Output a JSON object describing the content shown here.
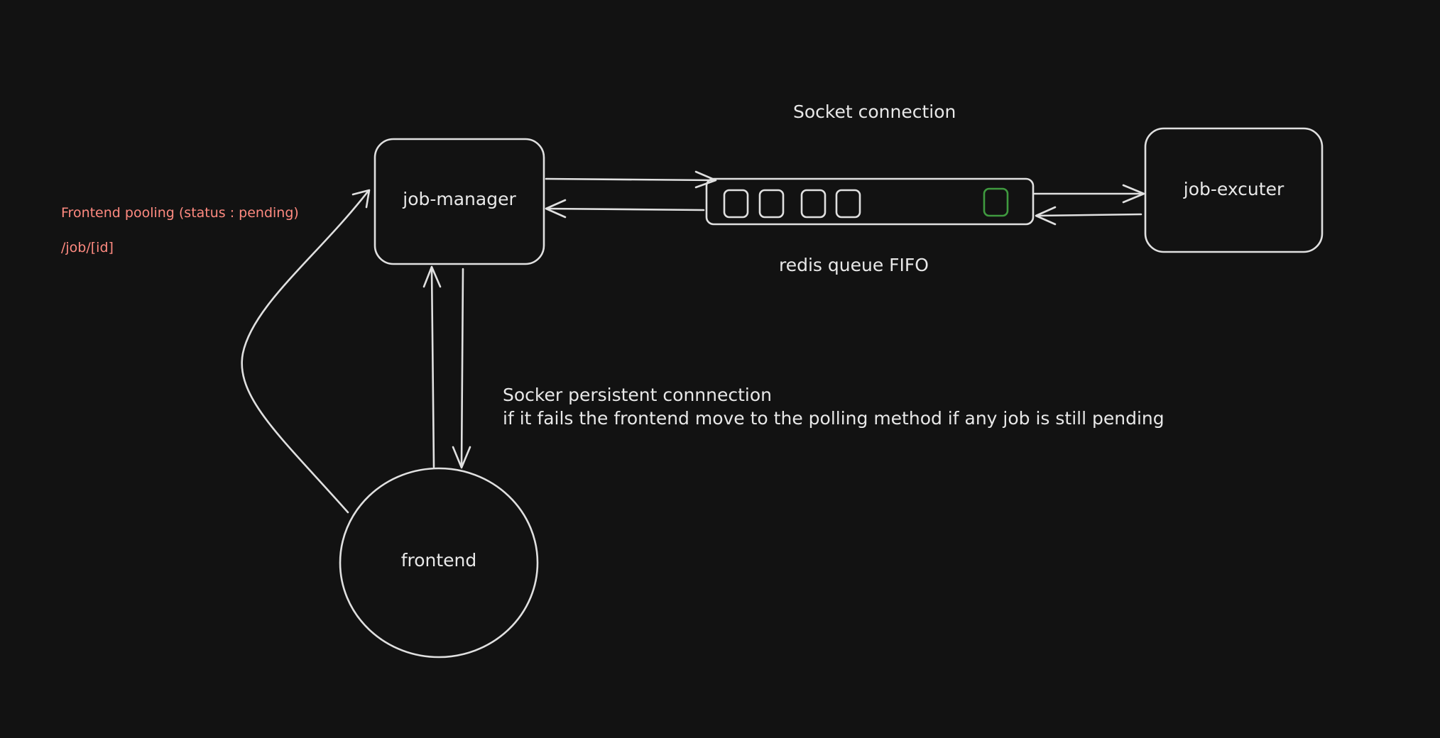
{
  "nodes": {
    "job_manager": "job-manager",
    "job_executer": "job-excuter",
    "frontend": "frontend"
  },
  "labels": {
    "socket_connection": "Socket connection",
    "redis_queue": "redis queue FIFO",
    "persistent_line1": "Socker persistent connnection",
    "persistent_line2": "if it fails the frontend move to the polling method if any job is still pending"
  },
  "notes": {
    "pooling": "Frontend pooling  (status : pending)",
    "endpoint": "/job/[id]"
  },
  "colors": {
    "background": "#121212",
    "stroke": "#e0e0e0",
    "note_text": "#ff8a80",
    "highlight_item": "#3f9a3f"
  }
}
